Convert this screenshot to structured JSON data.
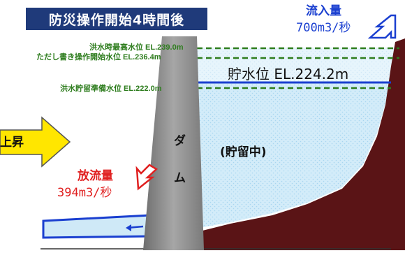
{
  "title": "防災操作開始4時間後",
  "inflow": {
    "label": "流入量",
    "value": "700m3/秒"
  },
  "levels": {
    "flood_max": "洪水時最高水位 EL.239.0m",
    "proviso_start": "ただし書き操作開始水位 EL.236.4m",
    "flood_standby": "洪水貯留準備水位 EL.222.0m"
  },
  "storage_level": "貯水位 EL.224.2m",
  "dam_label": [
    "ダ",
    "ム"
  ],
  "reservoir_status": "(貯留中)",
  "rise_arrow_label": "上昇",
  "outflow": {
    "label": "放流量",
    "value": "394m3/秒"
  },
  "colors": {
    "title_bg": "#1f3a7a",
    "water": "#cfe9f7",
    "mountain": "#5a1416",
    "dam": "#8a8a8a",
    "level_line_green": "#2e7d1e",
    "level_line_blue": "#1a3fd0",
    "arrow_fill": "#ffe600",
    "outflow_text": "#e02020"
  }
}
